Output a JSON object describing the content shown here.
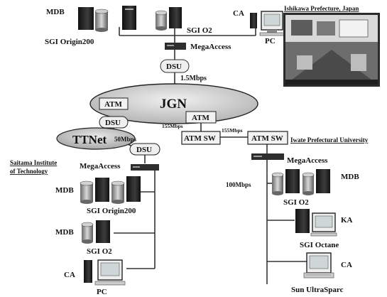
{
  "labels": {
    "mdb_top": "MDB",
    "sgi_origin_top": "SGI Origin200",
    "sgi_o2_top": "SGI O2",
    "ca_top": "CA",
    "pc_top": "PC",
    "megaaccess_top": "MegaAccess",
    "dsu_top": "DSU",
    "speed_15": "1.5Mbps",
    "jgn": "JGN",
    "atm_left": "ATM",
    "atm_center": "ATM",
    "speed_155_left": "155Mbps",
    "speed_155_right": "155Mbps",
    "atm_sw_center": "ATM SW",
    "atm_sw_right": "ATM SW",
    "iwate": "Iwate Prefectural University",
    "dsu_left": "DSU",
    "ttnet": "TTNet",
    "speed_50": "50Mbps",
    "dsu_left2": "DSU",
    "saitama_1": "Saitama Institute",
    "saitama_2": "of Technology",
    "ishikawa": "Ishikawa Prefecture, Japan",
    "megaaccess_left": "MegaAccess",
    "mdb_left1": "MDB",
    "sgi_origin_left": "SGI Origin200",
    "mdb_left2": "MDB",
    "sgi_o2_left": "SGI O2",
    "ca_left": "CA",
    "pc_left": "PC",
    "megaaccess_right": "MegaAccess",
    "speed_100": "100Mbps",
    "mdb_right": "MDB",
    "sgi_o2_right": "SGI O2",
    "ka_right": "KA",
    "sgi_octane": "SGI Octane",
    "ca_right": "CA",
    "sun_ultrasparc": "Sun UltraSparc"
  },
  "colors": {
    "line": "#333333",
    "jgn_fill": "#c8c8c8",
    "box_fill": "#ececec",
    "server_dark": "#2b2b2b",
    "server_light": "#9a9a9a"
  }
}
